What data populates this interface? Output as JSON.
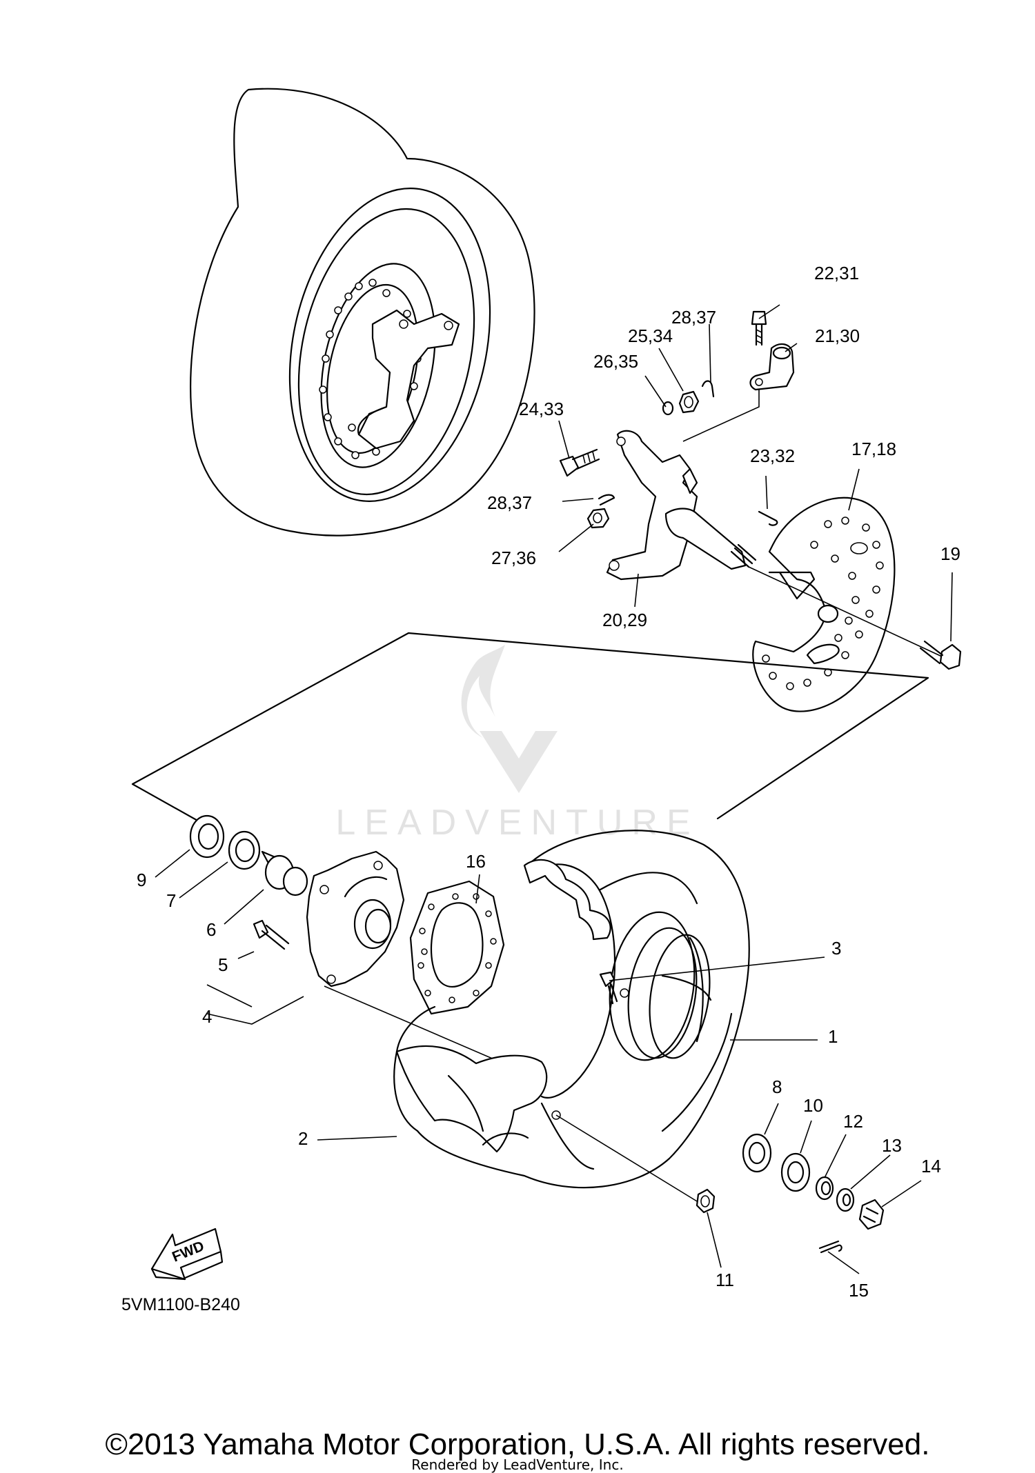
{
  "diagram": {
    "part_number": "5VM1100-B240",
    "fwd_label": "FWD",
    "watermark": "LEADVENTURE",
    "callouts": [
      {
        "id": "c1",
        "label": "1"
      },
      {
        "id": "c2",
        "label": "2"
      },
      {
        "id": "c3",
        "label": "3"
      },
      {
        "id": "c4",
        "label": "4"
      },
      {
        "id": "c5",
        "label": "5"
      },
      {
        "id": "c6",
        "label": "6"
      },
      {
        "id": "c7",
        "label": "7"
      },
      {
        "id": "c8",
        "label": "8"
      },
      {
        "id": "c9",
        "label": "9"
      },
      {
        "id": "c10",
        "label": "10"
      },
      {
        "id": "c11",
        "label": "11"
      },
      {
        "id": "c12",
        "label": "12"
      },
      {
        "id": "c13",
        "label": "13"
      },
      {
        "id": "c14",
        "label": "14"
      },
      {
        "id": "c15",
        "label": "15"
      },
      {
        "id": "c16",
        "label": "16"
      },
      {
        "id": "c17",
        "label": "17,18"
      },
      {
        "id": "c19",
        "label": "19"
      },
      {
        "id": "c20",
        "label": "20,29"
      },
      {
        "id": "c21",
        "label": "21,30"
      },
      {
        "id": "c22",
        "label": "22,31"
      },
      {
        "id": "c23",
        "label": "23,32"
      },
      {
        "id": "c24",
        "label": "24,33"
      },
      {
        "id": "c25",
        "label": "25,34"
      },
      {
        "id": "c26",
        "label": "26,35"
      },
      {
        "id": "c27",
        "label": "27,36"
      },
      {
        "id": "c28a",
        "label": "28,37"
      },
      {
        "id": "c28b",
        "label": "28,37"
      }
    ]
  },
  "footer": {
    "copyright": "©2013 Yamaha Motor Corporation, U.S.A. All rights reserved.",
    "rendered_by": "Rendered by LeadVenture, Inc."
  }
}
